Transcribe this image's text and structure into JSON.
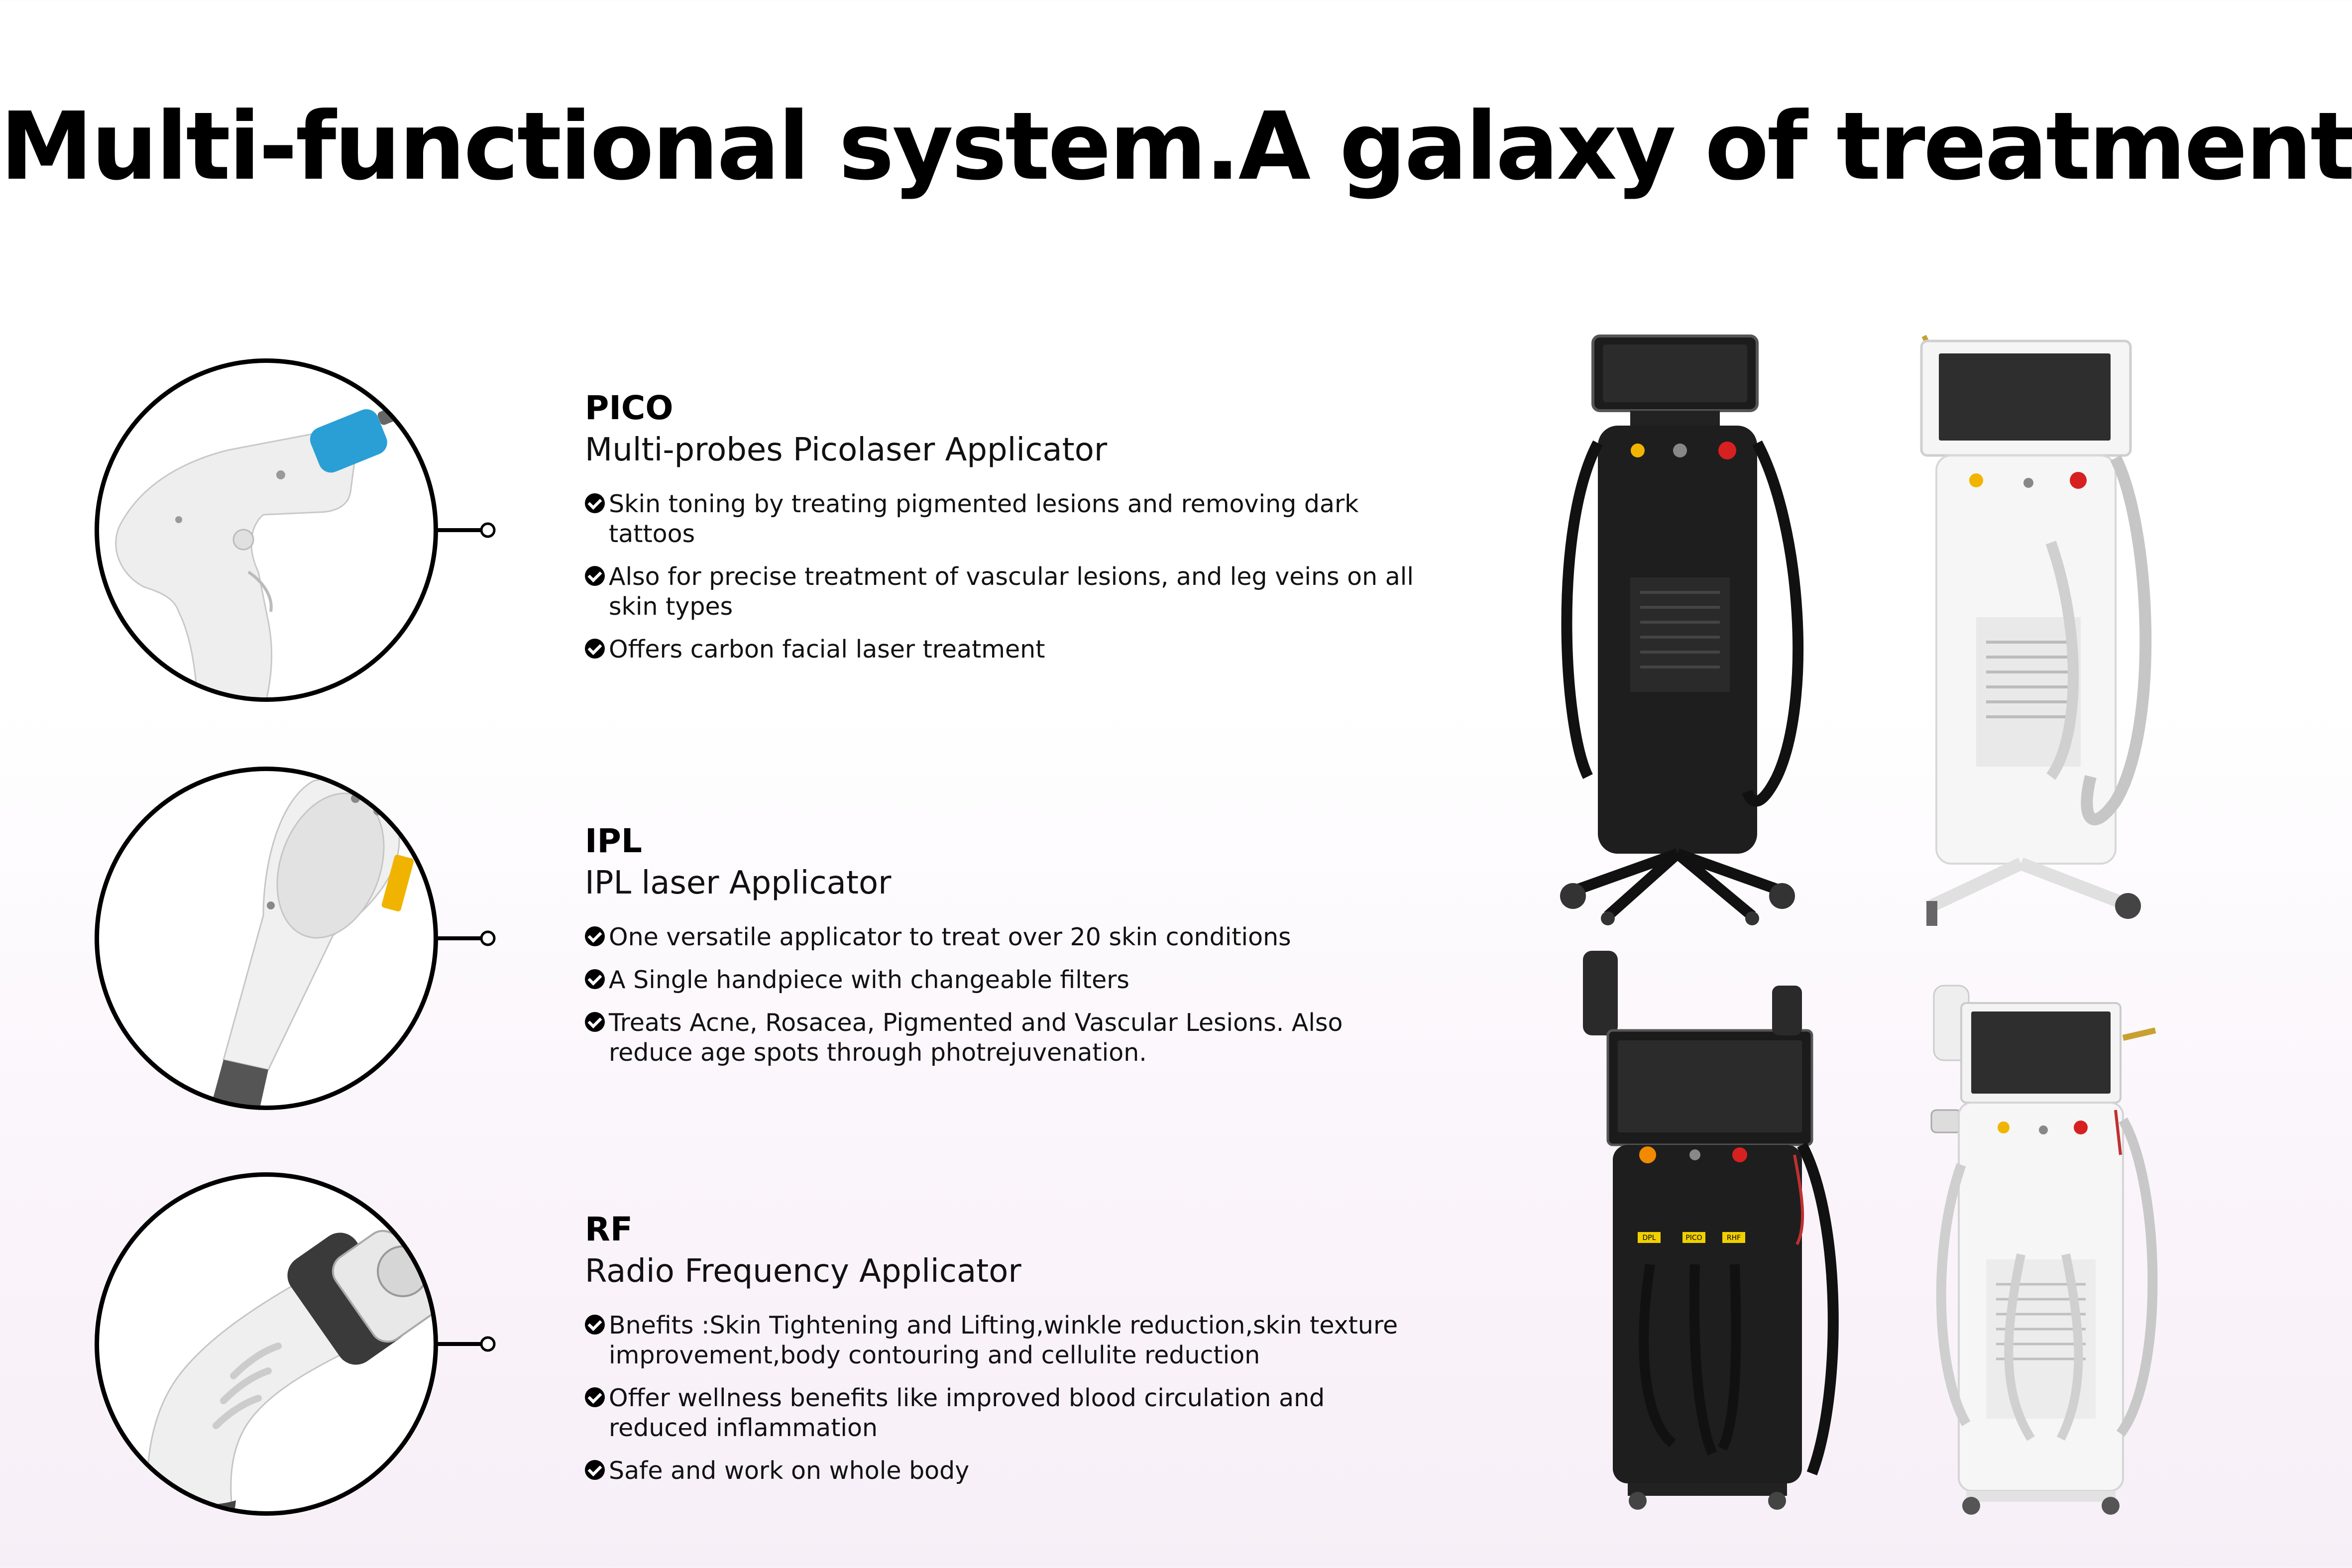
{
  "title": "Multi-functional system.A galaxy of treatments",
  "sections": [
    {
      "name": "PICO",
      "subtitle": "Multi-probes Picolaser Applicator",
      "bullets": [
        "Skin toning by treating pigmented lesions and removing dark tattoos",
        "Also for precise treatment of vascular lesions, and leg veins on all skin types",
        "Offers carbon facial laser treatment"
      ]
    },
    {
      "name": "IPL",
      "subtitle": "IPL laser Applicator",
      "bullets": [
        "One versatile applicator to treat over 20 skin conditions",
        "A Single handpiece with changeable filters",
        "Treats Acne, Rosacea, Pigmented and Vascular Lesions. Also reduce age spots through photrejuvenation."
      ]
    },
    {
      "name": "RF",
      "subtitle": "Radio Frequency Applicator",
      "bullets": [
        "Bnefits :Skin Tightening and Lifting,winkle reduction,skin texture improvement,body contouring and cellulite reduction",
        "Offer wellness benefits like improved blood circulation and reduced inflammation",
        "Safe and work on whole body"
      ]
    }
  ],
  "machine_labels": [
    "DPL",
    "PICO",
    "RHF"
  ]
}
